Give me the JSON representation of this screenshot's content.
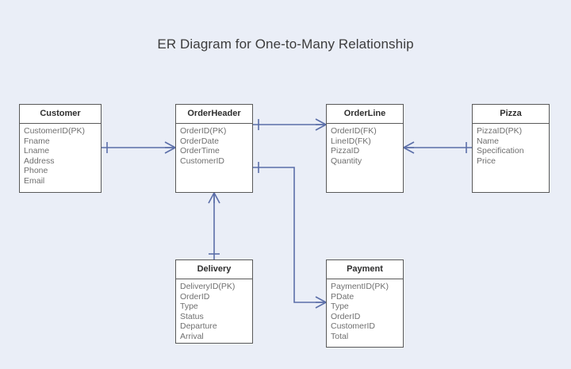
{
  "diagram": {
    "title": "ER Diagram for One-to-Many Relationship",
    "background_color": "#eaeef7",
    "box_fill": "#ffffff",
    "box_border_color": "#595959",
    "connector_color": "#5b6ea8",
    "title_color": "#3c3c3c",
    "attribute_color": "#6f6f6f",
    "notation": "crow's foot"
  },
  "entities": [
    {
      "name": "Customer",
      "attributes": [
        "CustomerID(PK)",
        "Fname",
        "Lname",
        "Address",
        "Phone",
        "Email"
      ]
    },
    {
      "name": "OrderHeader",
      "attributes": [
        "OrderID(PK)",
        "OrderDate",
        "OrderTime",
        "CustomerID"
      ]
    },
    {
      "name": "OrderLine",
      "attributes": [
        "OrderID(FK)",
        "LineID(FK)",
        "PizzaID",
        "Quantity"
      ]
    },
    {
      "name": "Pizza",
      "attributes": [
        "PizzaID(PK)",
        "Name",
        "Specification",
        "Price"
      ]
    },
    {
      "name": "Delivery",
      "attributes": [
        "DeliveryID(PK)",
        "OrderID",
        "Type",
        "Status",
        "Departure",
        "Arrival"
      ]
    },
    {
      "name": "Payment",
      "attributes": [
        "PaymentID(PK)",
        "PDate",
        "Type",
        "OrderID",
        "CustomerID",
        "Total"
      ]
    }
  ],
  "relationships": [
    {
      "from": "Customer",
      "to": "OrderHeader",
      "from_cardinality": "one",
      "to_cardinality": "many"
    },
    {
      "from": "OrderHeader",
      "to": "OrderLine",
      "from_cardinality": "one",
      "to_cardinality": "many"
    },
    {
      "from": "OrderLine",
      "to": "Pizza",
      "from_cardinality": "many",
      "to_cardinality": "one"
    },
    {
      "from": "OrderHeader",
      "to": "Delivery",
      "from_cardinality": "many",
      "to_cardinality": "one"
    },
    {
      "from": "OrderHeader",
      "to": "Payment",
      "from_cardinality": "one",
      "to_cardinality": "many"
    }
  ]
}
